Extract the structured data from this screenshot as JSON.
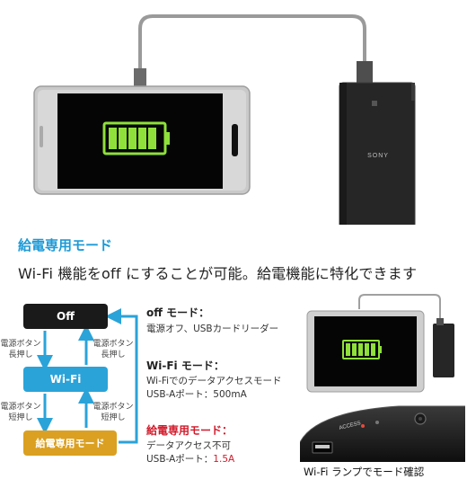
{
  "headline": "給電専用モード",
  "subline": "Wi-Fi 機能をoff にすることが可能。給電機能に特化できます",
  "device_brand": "SONY",
  "colors": {
    "accent_blue": "#2aa3d9",
    "mode_off": "#1a1a1a",
    "mode_feed": "#dba021",
    "battery_green": "#8fe03a",
    "warning_red": "#d11a2a"
  },
  "diagram": {
    "modes": {
      "off": "Off",
      "wifi": "Wi-Fi",
      "feed": "給電専用モード"
    },
    "press": {
      "long_left": [
        "電源ボタン",
        "長押し"
      ],
      "long_right": [
        "電源ボタン",
        "長押し"
      ],
      "short_left": [
        "電源ボタン",
        "短押し"
      ],
      "short_right": [
        "電源ボタン",
        "短押し"
      ]
    }
  },
  "descriptions": {
    "off": {
      "title": "off モード：",
      "line1": "電源オフ、USBカードリーダー"
    },
    "wifi": {
      "title": "Wi-Fi モード：",
      "line1": "Wi-Fiでのデータアクセスモード",
      "line2": "USB-Aポート：500mA"
    },
    "feed": {
      "title": "給電専用モード：",
      "line1": "データアクセス不可",
      "line2_prefix": "USB-Aポート：",
      "line2_value": "1.5A"
    }
  },
  "closeup": {
    "port_label": "ACCESS",
    "caption": "Wi-Fi ランプでモード確認"
  }
}
